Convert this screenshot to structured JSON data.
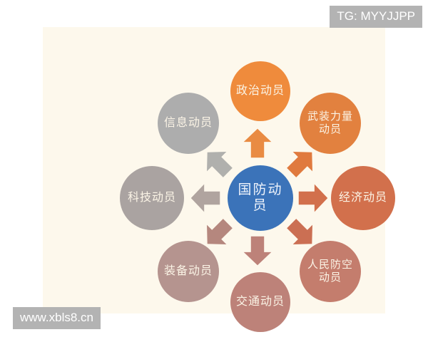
{
  "diagram": {
    "type": "hub-and-spoke",
    "center": {
      "id": "center",
      "label": "国防动员",
      "color": "#3b73b9"
    },
    "nodes": [
      {
        "id": "political",
        "label": "政治动员",
        "color": "#ef8b3c",
        "position": "top"
      },
      {
        "id": "armed",
        "label": "武装力量动员",
        "color": "#e2813f",
        "position": "top-right"
      },
      {
        "id": "economic",
        "label": "经济动员",
        "color": "#d2704c",
        "position": "right"
      },
      {
        "id": "airdefense",
        "label": "人民防空动员",
        "color": "#c47d6d",
        "position": "bottom-right"
      },
      {
        "id": "transport",
        "label": "交通动员",
        "color": "#bd8279",
        "position": "bottom"
      },
      {
        "id": "equipment",
        "label": "装备动员",
        "color": "#b5948f",
        "position": "bottom-left"
      },
      {
        "id": "technology",
        "label": "科技动员",
        "color": "#aaa3a1",
        "position": "left"
      },
      {
        "id": "information",
        "label": "信息动员",
        "color": "#adadad",
        "position": "top-left"
      }
    ],
    "arrows": [
      {
        "id": "up",
        "direction": "up",
        "color": "#e98b43"
      },
      {
        "id": "upright",
        "direction": "up-right",
        "color": "#e07a3e"
      },
      {
        "id": "right",
        "direction": "right",
        "color": "#d2704c"
      },
      {
        "id": "downright",
        "direction": "down-right",
        "color": "#cb6f53"
      },
      {
        "id": "down",
        "direction": "down",
        "color": "#bd8279"
      },
      {
        "id": "downleft",
        "direction": "down-left",
        "color": "#b5877e"
      },
      {
        "id": "left",
        "direction": "left",
        "color": "#b0a49f"
      },
      {
        "id": "upleft",
        "direction": "up-left",
        "color": "#b0b0ad"
      }
    ],
    "background": "#fdf8ec"
  },
  "watermarks": {
    "top": "TG: MYYJJPP",
    "bottom": "www.xbls8.cn"
  }
}
